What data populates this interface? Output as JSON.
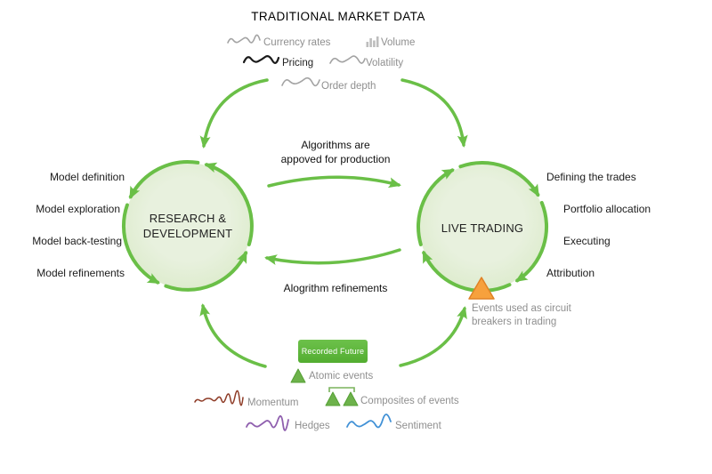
{
  "title": "TRADITIONAL MARKET DATA",
  "market_data": {
    "currency_rates": "Currency rates",
    "volume": "Volume",
    "pricing": "Pricing",
    "volatility": "Volatility",
    "order_depth": "Order depth"
  },
  "cycle_left": {
    "line1": "RESEARCH &",
    "line2": "DEVELOPMENT",
    "steps": [
      "Model definition",
      "Model exploration",
      "Model back-testing",
      "Model refinements"
    ]
  },
  "cycle_right": {
    "label": "LIVE TRADING",
    "steps": [
      "Defining the trades",
      "Portfolio allocation",
      "Executing",
      "Attribution"
    ]
  },
  "flows": {
    "approve_line1": "Algorithms are",
    "approve_line2": "appoved for production",
    "refine": "Alogrithm refinements"
  },
  "events": {
    "circuit_line1": "Events used as circuit",
    "circuit_line2": "breakers in trading",
    "badge_label": "Recorded Future",
    "atomic": "Atomic events",
    "composites": "Composites of events",
    "momentum": "Momentum",
    "hedges": "Hedges",
    "sentiment": "Sentiment"
  },
  "colors": {
    "arrow_green": "#6abf47",
    "circle_fill": "#e7f1dd",
    "circle_fill_edge": "#dcebcb",
    "event_orange": "#f7a13d",
    "event_orange_border": "#e08226",
    "triangle_green": "#6db24b",
    "triangle_green_border": "#55a035",
    "badge_green": "#5fb53a",
    "gray_text": "#8f8f8f",
    "momentum_line": "#8e3b26",
    "hedges_line": "#8f5fae",
    "sentiment_line": "#4191d6",
    "wave_gray": "#a3a3a3",
    "pricing_line": "#1a1a1a",
    "volume_bar": "#bdbdbd"
  }
}
